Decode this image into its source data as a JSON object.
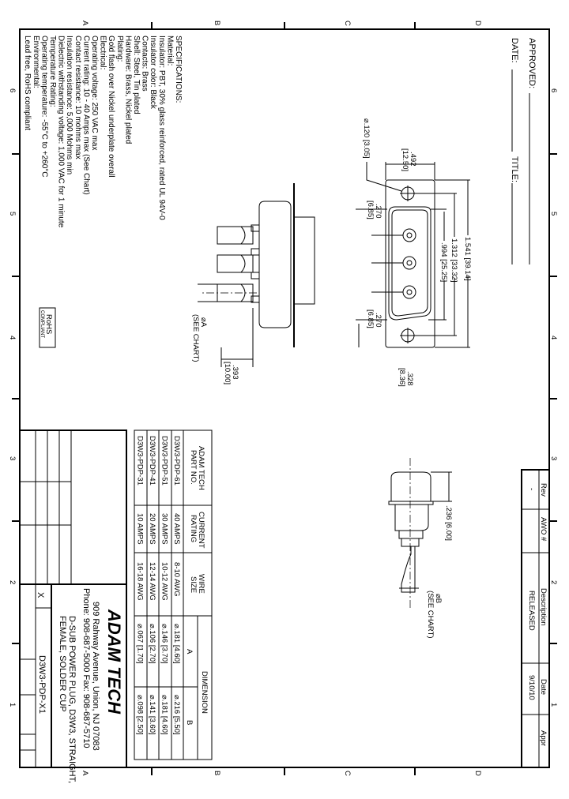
{
  "approval": {
    "approved_label": "APPROVED:",
    "date_label": "DATE:",
    "title_label": "TITLE:"
  },
  "zones": {
    "letters": [
      "A",
      "B",
      "C",
      "D"
    ],
    "numbers": [
      "6",
      "5",
      "4",
      "3",
      "2",
      "1"
    ]
  },
  "specifications": [
    "SPECIFICATIONS:",
    "Material:",
    "Insulator: PBT, 30% glass reinforced, rated UL 94V-0",
    "Insulator color: Black",
    "Contacts: Brass",
    "Shell: Steel, Tin plated",
    "Hardware: Brass, Nickel plated",
    "Plating:",
    "Gold flash over Nickel underplate overall",
    "Electrical:",
    "Operating voltage: 250 VAC max",
    "Current rating: 10 - 40 Amps max (See Chart)",
    "Contact resistance: 10 mohms max",
    "Insulation resistance: 5,000 Mohms min",
    "Dielectric withstanding voltage: 1,000 VAC for 1 minute",
    "Temperature Rating:",
    "Operating temperature: -55°C to +260°C",
    "Environmental:",
    "Lead free, RoHS compliant"
  ],
  "rohs": {
    "line1": "RoHS",
    "line2": "COMPLIANT"
  },
  "revision_table": {
    "headers": [
      "Rev",
      "AWO #",
      "Description",
      "Date",
      "Appr"
    ],
    "rows": [
      [
        "-",
        "",
        "RELEASED",
        "9/10/10",
        ""
      ]
    ]
  },
  "dimensions": {
    "overall_length": "1.541 [39.14]",
    "hole_spacing": "1.312 [33.32]",
    "d_length": ".994 [25.25]",
    "width": ".492",
    "width_mm": "[12.50]",
    "hole_dia": "⌀.120 [3.05]",
    "pitch1": ".270",
    "pitch1_mm": "[6.85]",
    "pitch2": ".270",
    "pitch2_mm": "[6.85]",
    "d_width": ".328",
    "d_width_mm": "[8.36]",
    "dia_a": "⌀A",
    "see_chart_a": "(SEE CHART)",
    "cup_length": ".393",
    "cup_length_mm": "[10.00]",
    "height": ".236 [6.00]",
    "dia_b": "⌀B",
    "see_chart_b": "(SEE CHART)"
  },
  "parts_table": {
    "headers": [
      "ADAM TECH",
      "PART NO.",
      "CURRENT",
      "RATING",
      "WIRE",
      "SIZE",
      "DIMENSION",
      "A",
      "B"
    ],
    "rows": [
      [
        "D3W3-PDP-61",
        "40 AMPS",
        "8-10 AWG",
        "⌀.181 [4.60]",
        "⌀.216 [5.50]"
      ],
      [
        "D3W3-PDP-51",
        "30 AMPS",
        "10-12 AWG",
        "⌀.146 [3.70]",
        "⌀.181 [4.60]"
      ],
      [
        "D3W3-PDP-41",
        "20 AMPS",
        "12-14 AWG",
        "⌀.106 [2.70]",
        "⌀.141 [3.60]"
      ],
      [
        "D3W3-PDP-31",
        "10 AMPS",
        "16-18 AWG",
        "⌀.067 [1.70]",
        "⌀.098 [2.50]"
      ]
    ]
  },
  "title_block": {
    "company": "ADAM TECH",
    "address": "909 Rahway Avenue, Union, NJ 07083",
    "phone": "Phone: 908-687-5000 Fax: 908-687-5710",
    "title_line1": "D-SUB POWER PLUG, D3W3, STRAIGHT,",
    "title_line2": "FEMALE, SOLDER CUP",
    "tolerance": "X",
    "part_number": "D3W3-PDP-X1"
  }
}
